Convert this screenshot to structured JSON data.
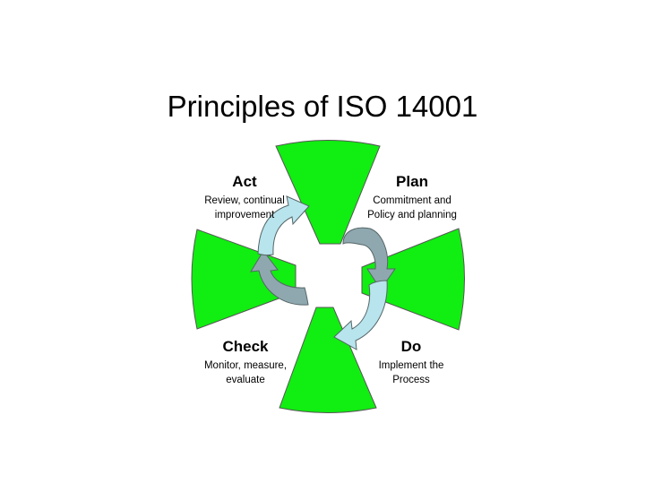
{
  "slide": {
    "title": "Principles of ISO 14001"
  },
  "colors": {
    "petal": "#11ee11",
    "petal_stroke": "#555555",
    "arrow_light": "#b8e4ee",
    "arrow_dark": "#8fa8b0",
    "arrow_stroke": "#556666"
  },
  "cycle": {
    "plan": {
      "heading": "Plan",
      "desc_line1": "Commitment and",
      "desc_line2": "Policy and planning"
    },
    "do": {
      "heading": "Do",
      "desc_line1": "Implement the",
      "desc_line2": "Process"
    },
    "check": {
      "heading": "Check",
      "desc_line1": "Monitor, measure,",
      "desc_line2": "evaluate"
    },
    "act": {
      "heading": "Act",
      "desc_line1": "Review, continual",
      "desc_line2": "improvement"
    }
  }
}
